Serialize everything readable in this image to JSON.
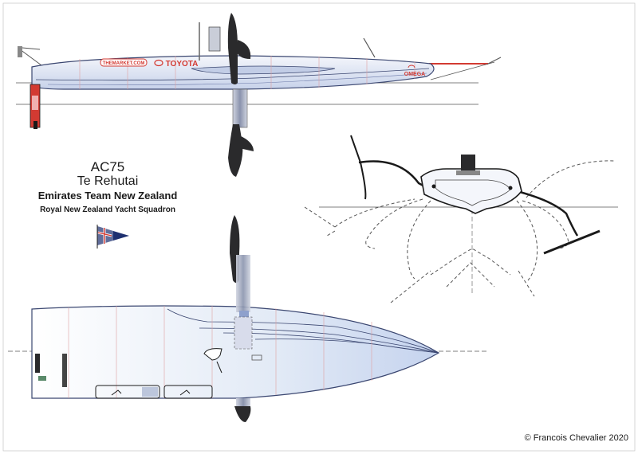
{
  "drawing": {
    "model": "AC75",
    "name": "Te Rehutai",
    "team": "Emirates Team New Zealand",
    "club": "Royal New Zealand Yacht Squadron",
    "copyright": "© Francois Chevalier 2020"
  },
  "hull_markings": {
    "sponsor_1": "THEMARKET.COM",
    "sponsor_2": "TOYOTA",
    "sponsor_3": "OMEGA"
  },
  "colors": {
    "hull_fill": "#dbe4f4",
    "hull_stroke": "#3a4670",
    "brand_red": "#d33a32",
    "foil_dark": "#2a2a2c",
    "dashed_line": "#555555",
    "frame_line": "#e0a0a0",
    "flag_blue": "#1e3070"
  }
}
